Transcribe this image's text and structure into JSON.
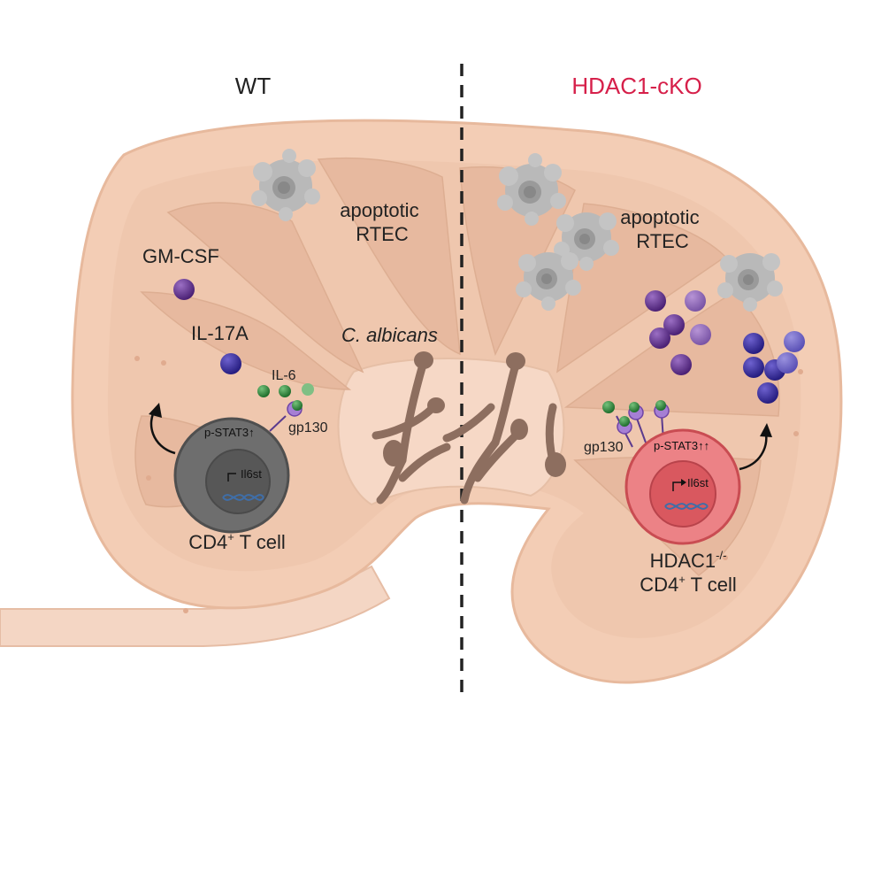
{
  "panels": {
    "left": {
      "title": "WT"
    },
    "right": {
      "title": "HDAC1-cKO"
    }
  },
  "labels": {
    "apoptotic_rtec_left": [
      "apoptotic",
      "RTEC"
    ],
    "apoptotic_rtec_right": [
      "apoptotic",
      "RTEC"
    ],
    "gm_csf": "GM-CSF",
    "il_17a": "IL-17A",
    "il_6": "IL-6",
    "gp130_left": "gp130",
    "gp130_right": "gp130",
    "c_albicans": "C. albicans",
    "pstat3_left": "p-STAT3",
    "pstat3_left_arrows": "↑",
    "pstat3_right": "p-STAT3",
    "pstat3_right_arrows": "↑↑",
    "gene_left": "Il6st",
    "gene_right": "Il6st",
    "cd4_left": {
      "prefix": "CD4",
      "sup": "+",
      "suffix": " T cell"
    },
    "hdac1_right": {
      "prefix": "HDAC1",
      "sup": "-/-"
    },
    "cd4_right": {
      "prefix": "CD4",
      "sup": "+",
      "suffix": " T cell"
    }
  },
  "colors": {
    "wt_title": "#222222",
    "cko_title": "#d6204a",
    "kidney_outer": "#f3cdb5",
    "kidney_inner": "#ecc2a8",
    "pyramid": "#e4b599",
    "rtec": "#b8b8b8",
    "gm_csf": "#5d2d87",
    "il_17a": "#34299a",
    "il_6": "#2f8a3c",
    "gp130": "#9a6bc9",
    "wt_cell": "#6b6b6b",
    "cko_cell": "#e8767a",
    "fungus": "#8d6e5f"
  }
}
